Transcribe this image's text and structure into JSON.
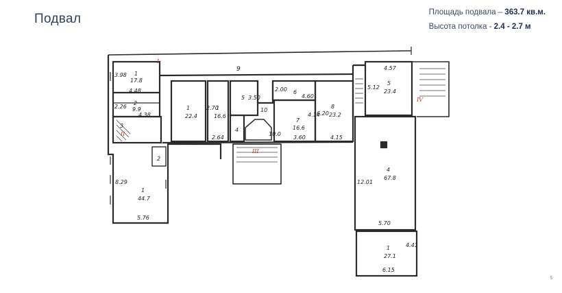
{
  "title": "Подвал",
  "info": {
    "area_label": "Площадь подвала",
    "area_sep": "–",
    "area_value": "363.7 кв.м.",
    "height_label": "Высота потолка",
    "height_sep": "-",
    "height_value": "2.4 - 2.7 м"
  },
  "page_number": "5",
  "plan": {
    "roman_1": "I",
    "roman_2": "II",
    "roman_3": "III",
    "roman_4": "IV",
    "corridor": "9",
    "r_topleft_num": "1",
    "r_topleft_area": "17.8",
    "r_topleft_dim1": "3.98",
    "r_topleft_dim2": "4.48",
    "r_2_num": "2",
    "r_2_area": "9.9",
    "r_2_dim1": "2.26",
    "r_2_dim2": "4.38",
    "r_stair_num": "3",
    "r_a_num": "1",
    "r_a_area": "22.4",
    "r_b_num": "1",
    "r_b_area": "16.6",
    "r_b_dim1": "2.70",
    "r_b_dim2": "2.64",
    "r_5_num": "5",
    "r_5_dim": "3.50",
    "r_10": "10",
    "r_4": "4",
    "r_door_area": "10.0",
    "r_6_num": "6",
    "r_6_dim1": "4.60",
    "r_6_dim2": "2.00",
    "r_7_num": "7",
    "r_7_area": "16.6",
    "r_7_dim1": "4.14",
    "r_7_dim2": "3.60",
    "r_8_num": "8",
    "r_8_area": "23.2",
    "r_8_dim1": "6.20",
    "r_8_dim2": "4.15",
    "r_tr_num": "5",
    "r_tr_area": "23.4",
    "r_tr_dim1": "4.57",
    "r_tr_dim2": "5.12",
    "r_big_num": "4",
    "r_big_area": "67.8",
    "r_big_dim1": "12.01",
    "r_big_dim2": "5.70",
    "r_br_num": "1",
    "r_br_area": "27.1",
    "r_br_dim1": "4.41",
    "r_br_dim2": "6.15",
    "r_bl_num": "1",
    "r_bl_area": "44.7",
    "r_bl_dim1": "8.29",
    "r_bl_dim2": "5.76",
    "r_bl_small": "2"
  }
}
